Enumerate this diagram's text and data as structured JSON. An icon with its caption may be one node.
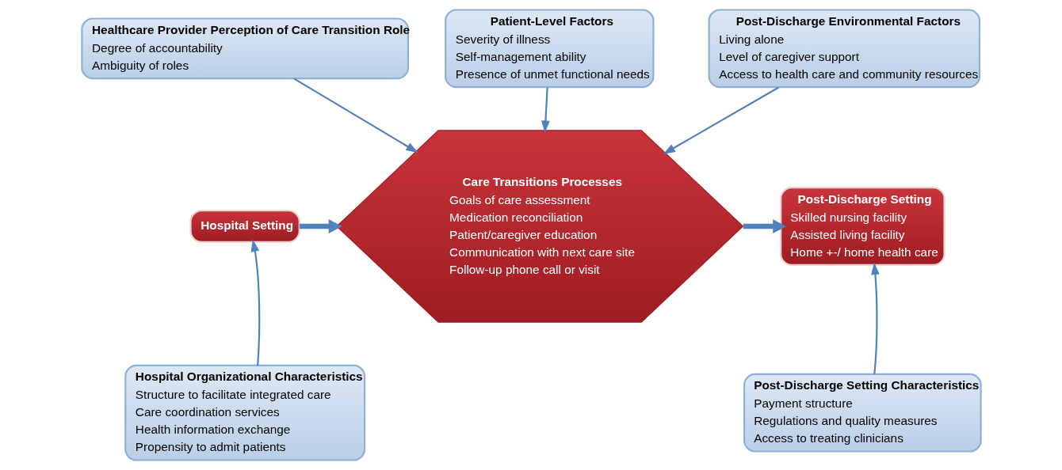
{
  "diagram": {
    "nodes": [
      {
        "text": [
          "Healthcare Provider Perception of Care Transition Role",
          "Degree of accountability",
          "Ambiguity of roles"
        ]
      },
      {
        "text": [
          "Patient-Level Factors",
          "Severity of illness",
          "Self-management ability",
          "Presence of unmet functional needs"
        ]
      },
      {
        "text": [
          "Post-Discharge Environmental Factors",
          "Living alone",
          "Level of caregiver support",
          "Access to health care and community resources"
        ]
      },
      {
        "text": [
          "Hospital Setting"
        ]
      },
      {
        "text": [
          "Care Transitions Processes",
          "Goals of care assessment",
          "Medication reconciliation",
          "Patient/caregiver education",
          "Communication with next care site",
          "Follow-up phone call or visit"
        ]
      },
      {
        "text": [
          "Post-Discharge Setting",
          "Skilled nursing facility",
          "Assisted living facility",
          "Home +-/ home health care"
        ]
      },
      {
        "text": [
          "Hospital Organizational Characteristics",
          "Structure to facilitate integrated care",
          "Care coordination services",
          "Health information exchange",
          "Propensity to admit patients"
        ]
      },
      {
        "text": [
          "Post-Discharge Setting Characteristics",
          "Payment structure",
          "Regulations and quality measures",
          "Access to treating clinicians"
        ]
      }
    ],
    "edges": [
      {
        "from": 0,
        "to": 4,
        "arrow": "to"
      },
      {
        "from": 1,
        "to": 4,
        "arrow": "to"
      },
      {
        "from": 2,
        "to": 4,
        "arrow": "to"
      },
      {
        "from": 3,
        "to": 4,
        "arrow": "to",
        "style": "thick"
      },
      {
        "from": 4,
        "to": 5,
        "arrow": "to",
        "style": "thick"
      },
      {
        "from": 6,
        "to": 3,
        "arrow": "to"
      },
      {
        "from": 7,
        "to": 5,
        "arrow": "to"
      }
    ]
  }
}
